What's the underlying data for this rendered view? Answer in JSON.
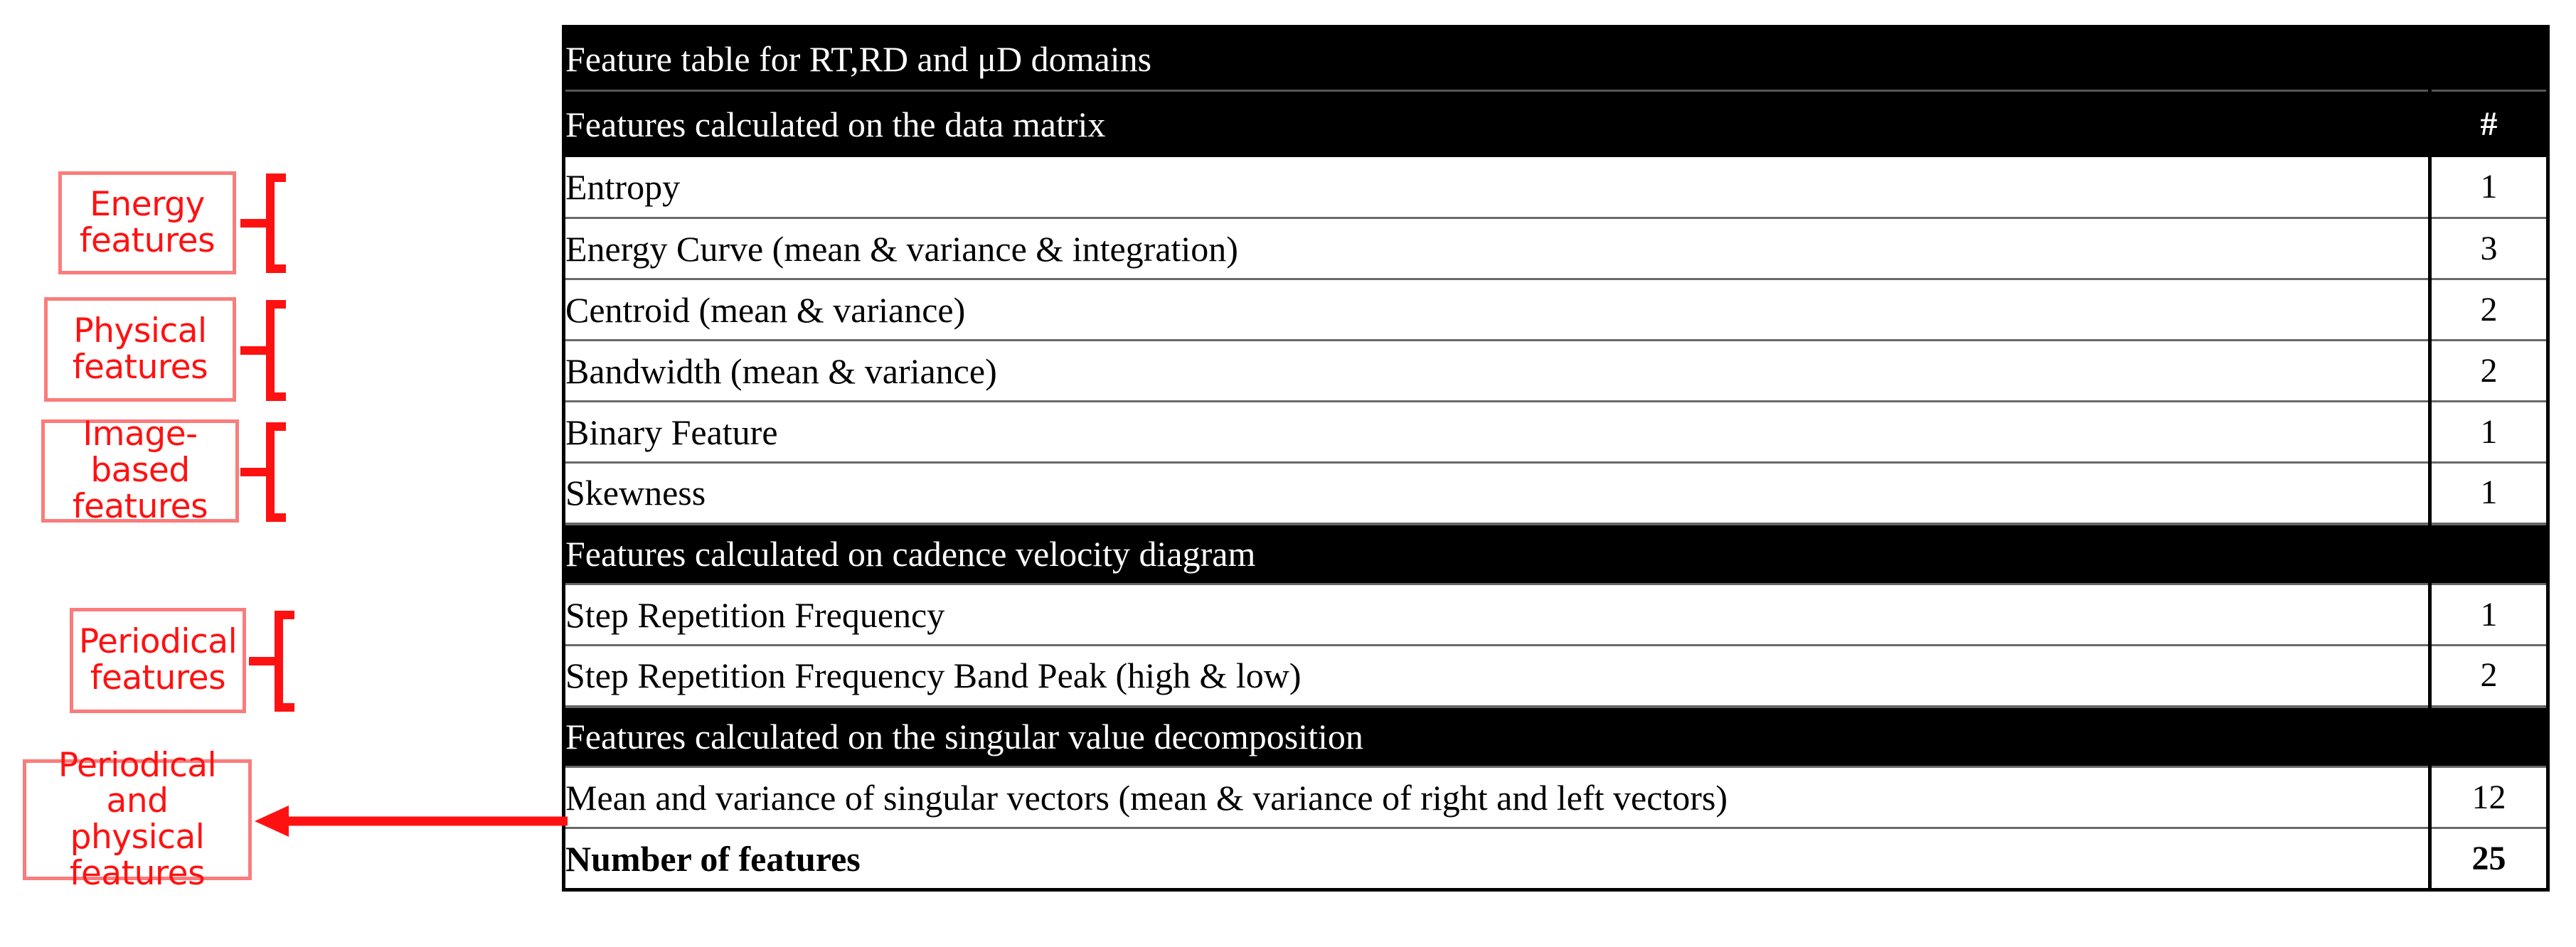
{
  "table": {
    "title": "Feature table for RT,RD and μD domains",
    "header": {
      "label": "Features calculated on the data matrix",
      "count": "#"
    },
    "sections": [
      {
        "kind": "header",
        "label": "Features calculated on the data matrix",
        "count": "#"
      }
    ],
    "rows": [
      {
        "type": "data",
        "label": "Entropy",
        "count": "1"
      },
      {
        "type": "data",
        "label": "Energy Curve (mean & variance & integration)",
        "count": "3"
      },
      {
        "type": "data",
        "label": "Centroid (mean & variance)",
        "count": "2"
      },
      {
        "type": "data",
        "label": "Bandwidth (mean & variance)",
        "count": "2"
      },
      {
        "type": "data",
        "label": "Binary Feature",
        "count": "1"
      },
      {
        "type": "data",
        "label": "Skewness",
        "count": "1"
      },
      {
        "type": "section",
        "label": "Features calculated on cadence velocity diagram",
        "count": ""
      },
      {
        "type": "data",
        "label": "Step Repetition Frequency",
        "count": "1"
      },
      {
        "type": "data",
        "label": "Step Repetition Frequency Band Peak (high & low)",
        "count": "2"
      },
      {
        "type": "section",
        "label": "Features calculated on the singular value decomposition",
        "count": ""
      },
      {
        "type": "data",
        "label": "Mean and variance of singular vectors (mean & variance of right and left vectors)",
        "count": "12"
      },
      {
        "type": "total",
        "label": "Number of features",
        "count": "25"
      }
    ]
  },
  "annotations": [
    {
      "label": "Energy features",
      "connector": "brace"
    },
    {
      "label": "Physical features",
      "connector": "brace"
    },
    {
      "label": "Image-based\nfeatures",
      "connector": "brace"
    },
    {
      "label": "Periodical\nfeatures",
      "connector": "brace"
    },
    {
      "label": "Periodical and\nphysical features",
      "connector": "arrow"
    }
  ],
  "colors": {
    "annotation_border": "#fa7c7c",
    "annotation_text": "#ff1111",
    "table_header_bg": "#000000",
    "table_header_text": "#ffffff",
    "table_body_bg": "#ffffff",
    "table_body_text": "#000000",
    "table_rule": "#6a6a6a"
  }
}
